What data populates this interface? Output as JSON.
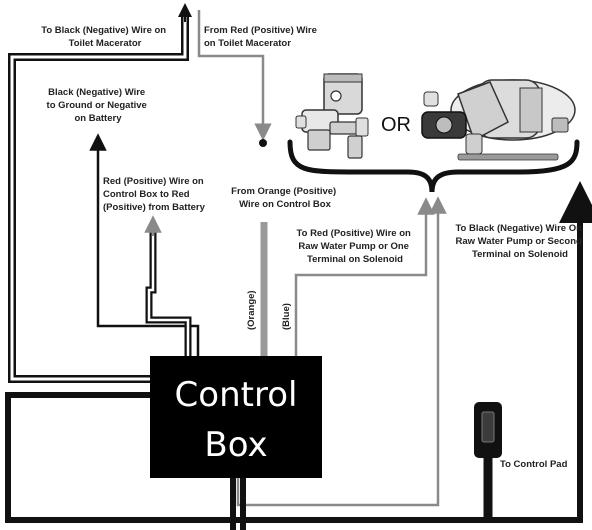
{
  "labels": {
    "toilet_black": [
      "To Black (Negative) Wire on",
      "Toilet Macerator"
    ],
    "toilet_red": [
      "From Red (Positive) Wire",
      "on Toilet Macerator"
    ],
    "ground": [
      "Black (Negative) Wire",
      "to Ground or Negative",
      "on Battery"
    ],
    "battery_red": [
      "Red (Positive) Wire on",
      "Control Box to Red",
      "(Positive) from Battery"
    ],
    "orange": [
      "From Orange (Positive)",
      "Wire on Control Box"
    ],
    "pump_red": [
      "To Red (Positive) Wire on",
      "Raw Water Pump or One",
      "Terminal on Solenoid"
    ],
    "pump_black": [
      "To Black (Negative) Wire On",
      "Raw Water Pump or Second",
      "Terminal on Solenoid"
    ],
    "control_pad": "To Control Pad"
  },
  "control_box": {
    "line1": "Control",
    "line2": "Box"
  },
  "wire_tags": {
    "orange": "(Orange)",
    "blue": "(Blue)"
  },
  "or_text": "OR",
  "colors": {
    "black": "#111111",
    "gray": "#8a8a8a",
    "background": "#ffffff"
  },
  "icons": [
    "solenoid-valve-icon",
    "water-pump-icon",
    "control-pad-icon"
  ]
}
